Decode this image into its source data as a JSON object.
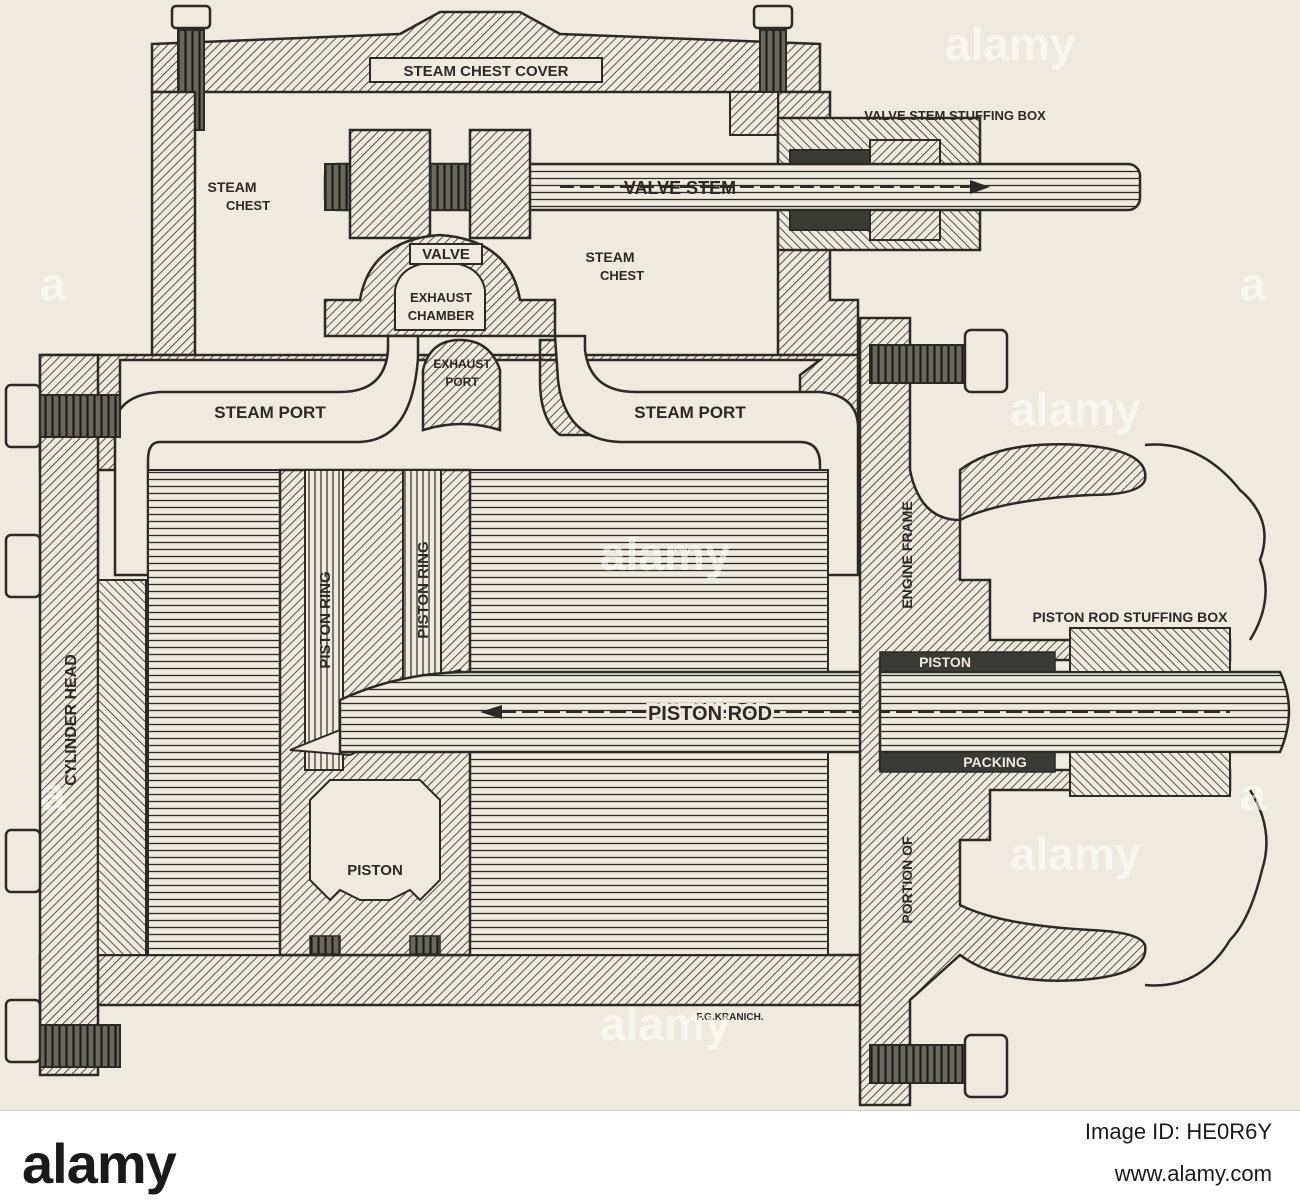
{
  "diagram": {
    "labels": {
      "steam_chest_cover": "STEAM CHEST COVER",
      "valve_stem_stuffing_box": "VALVE STEM STUFFING BOX",
      "steam_chest_left_1": "STEAM",
      "steam_chest_left_2": "CHEST",
      "valve_stem": "VALVE STEM",
      "valve": "VALVE",
      "steam_chest_right_1": "STEAM",
      "steam_chest_right_2": "CHEST",
      "exhaust_chamber_1": "EXHAUST",
      "exhaust_chamber_2": "CHAMBER",
      "exhaust_port_1": "EXHAUST",
      "exhaust_port_2": "PORT",
      "steam_port_left": "STEAM PORT",
      "steam_port_right": "STEAM PORT",
      "piston_ring_1": "PISTON RING",
      "piston_ring_2": "PISTON RING",
      "engine_frame": "ENGINE FRAME",
      "portion_of": "PORTION OF",
      "cylinder_head": "CYLINDER HEAD",
      "piston_rod_stuffing_box": "PISTON ROD STUFFING BOX",
      "piston_tag": "PISTON",
      "piston_rod": "PISTON ROD",
      "packing": "PACKING",
      "piston": "PISTON",
      "signature": "F.G.KRANICH."
    },
    "watermarks": [
      "alamy",
      "alamy",
      "alamy",
      "alamy",
      "alamy",
      "a",
      "a",
      "a",
      "a"
    ]
  },
  "footer": {
    "logo": "alamy",
    "image_id": "Image ID: HE0R6Y",
    "url": "www.alamy.com"
  },
  "colors": {
    "paper": "#eeeae0",
    "ink": "#2b2a26",
    "packing": "#3a3a36"
  }
}
